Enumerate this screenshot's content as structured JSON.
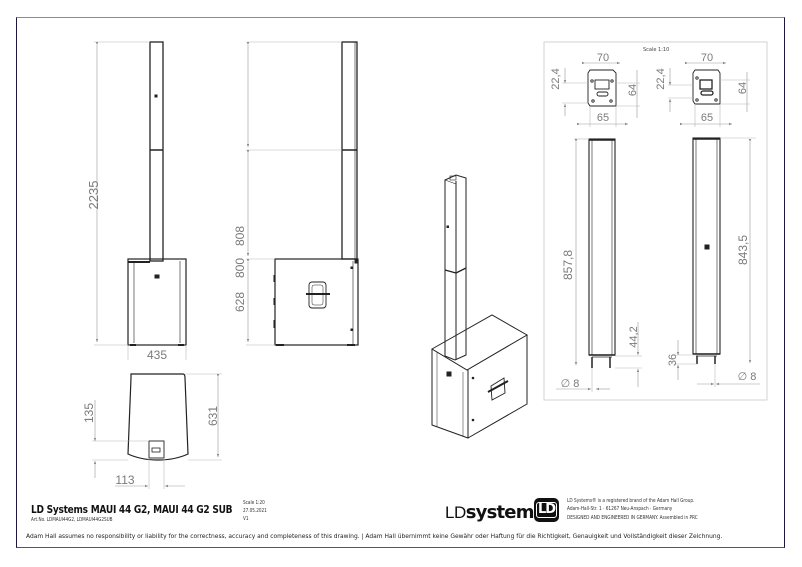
{
  "drawing": {
    "title": "LD Systems MAUI 44 G2, MAUI 44 G2 SUB",
    "article_no": "Art.No. LDMAUI44G2, LDMAUI44G2SUB",
    "scale": "Scale 1:20",
    "date": "27.05.2021",
    "version": "V1",
    "detail_scale": "Scale 1:10"
  },
  "brand": {
    "name_prefix": "LD",
    "name_suffix": "systems",
    "logo_text": "LD",
    "lines": [
      "LD Systems® is a registered brand of the Adam Hall Group.",
      "Adam-Hall-Str. 1 · 61267 Neu-Anspach · Germany",
      "DESIGNED AND ENGINEERED IN GERMANY. Assembled in PRC"
    ]
  },
  "disclaimer": "Adam Hall assumes no responsibility or liability for the correctness, accuracy and completeness of this drawing. | Adam Hall übernimmt keine Gewähr oder Haftung für die Richtigkeit, Genauigkeit und Vollständigkeit dieser Zeichnung.",
  "dimensions": {
    "front_total_height": "2235",
    "front_width": "435",
    "side_upper": "808",
    "side_middle": "800",
    "side_lower": "628",
    "top_depth": "631",
    "top_offset": "135",
    "top_connector": "113",
    "detail_width_a": "70",
    "detail_height_a": "22,4",
    "detail_inner_a": "64",
    "detail_base_a": "65",
    "detail_width_b": "70",
    "detail_height_b": "22,4",
    "detail_inner_b": "64",
    "detail_base_b": "65",
    "column_a_height": "857,8",
    "column_a_pin": "44,2",
    "column_a_diameter": "∅ 8",
    "column_b_height": "843,5",
    "column_b_pin": "36",
    "column_b_diameter": "∅ 8"
  },
  "colors": {
    "frame": "#1a1840",
    "line": "#222222",
    "dim_line": "#b0b0b0",
    "dim_text": "#7a7a7a"
  }
}
